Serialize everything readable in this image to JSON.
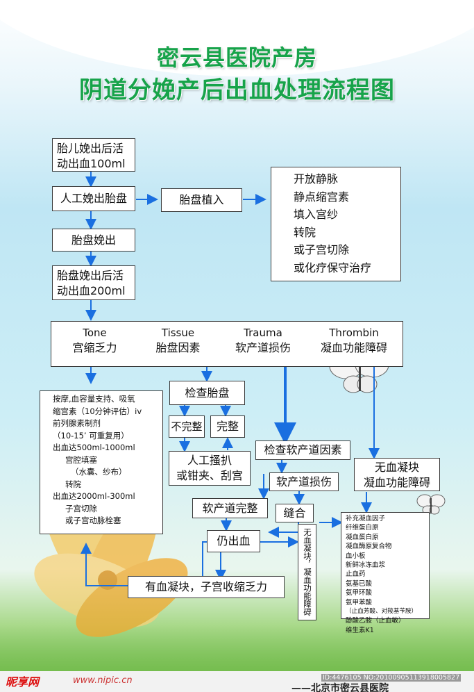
{
  "header": {
    "title_line1": "密云县医院产房",
    "title_line2": "阴道分娩产后出血处理流程图"
  },
  "flow": {
    "b1": [
      "胎儿娩出后活",
      "动出血100ml"
    ],
    "b2": "人工娩出胎盘",
    "b3": "胎盘植入",
    "b4": [
      "开放静脉",
      "静点缩宫素",
      "填入宫纱",
      "转院",
      "或子宫切除",
      "或化疗保守治疗"
    ],
    "b5": "胎盘娩出",
    "b6": [
      "胎盘娩出后活",
      "动出血200ml"
    ],
    "causes": [
      {
        "en": "Tone",
        "cn": "宫缩乏力"
      },
      {
        "en": "Tissue",
        "cn": "胎盘因素"
      },
      {
        "en": "Trauma",
        "cn": "软产道损伤"
      },
      {
        "en": "Thrombin",
        "cn": "凝血功能障碍"
      }
    ],
    "tone_box": [
      "按摩,血容量支持、吸氧",
      "缩宫素（10分钟评估）iv",
      "前列腺素制剂",
      "（10-15’ 可重复用）",
      "出血达500ml-1000ml",
      "宫腔填塞",
      "（水囊、纱布）",
      "转院",
      "出血达2000ml-300ml",
      "子宫切除",
      "或子宫动脉栓塞"
    ],
    "check_placenta": "检查胎盘",
    "incomplete": "不完整",
    "complete": "完整",
    "manual": [
      "人工搔扒",
      "或钳夹、刮宫"
    ],
    "check_trauma": "检查软产道因素",
    "trauma_injury": "软产道损伤",
    "trauma_intact": "软产道完整",
    "suture": "缝合",
    "still_bleeding": "仍出血",
    "clot_tone": "有血凝块，子宫收缩乏力",
    "no_clot_vertical": "无血凝块，凝血功能障碍",
    "no_clot": [
      "无血凝块",
      "凝血功能障碍"
    ],
    "thrombin_box": [
      "补充凝血因子",
      "纤维蛋白原",
      "凝血蛋白原",
      "凝血酶原复合物",
      "血小板",
      "新鲜冰冻血浆",
      "止血药",
      "氨基已酸",
      "氨甲环酸",
      "氨甲苯酸",
      "（止血芳酸、对羧基苄胺）",
      "酚酸乙胺（止血敏）",
      "维生素K1"
    ]
  },
  "footer": {
    "watermark": "昵享网",
    "site": "www.nipic.cn",
    "image_id": "ID:4476105 NO:20100905113918005827",
    "hospital": "——北京市密云县医院"
  },
  "colors": {
    "title": "#17a34a",
    "arrow": "#1a6fe0",
    "accent": "#f7a51c"
  }
}
